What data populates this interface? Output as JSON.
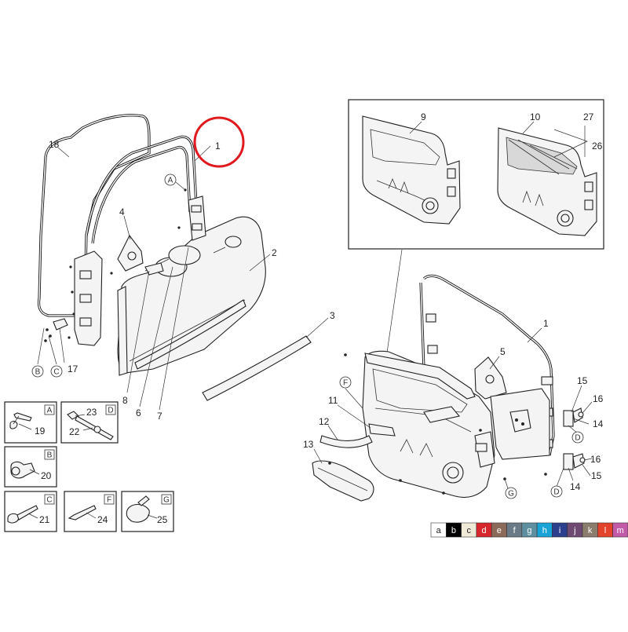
{
  "parts": {
    "p1a": "1",
    "p1b": "1",
    "p2": "2",
    "p3": "3",
    "p4": "4",
    "p5": "5",
    "p6": "6",
    "p7": "7",
    "p8": "8",
    "p9": "9",
    "p10": "10",
    "p11": "11",
    "p12": "12",
    "p13": "13",
    "p14a": "14",
    "p14b": "14",
    "p15a": "15",
    "p15b": "15",
    "p16a": "16",
    "p16b": "16",
    "p17": "17",
    "p18": "18",
    "p19": "19",
    "p20": "20",
    "p21": "21",
    "p22": "22",
    "p23": "23",
    "p24": "24",
    "p25": "25",
    "p26": "26",
    "p27": "27"
  },
  "refs": {
    "a_top": "A",
    "b_left": "B",
    "c_left": "C",
    "f_main": "F",
    "d1": "D",
    "d2": "D",
    "g_main": "G",
    "box_a": "A",
    "box_b": "B",
    "box_c": "C",
    "box_d": "D",
    "box_f": "F",
    "box_g": "G"
  },
  "colors": {
    "callout": "#e0191f"
  },
  "legend": [
    {
      "label": "a",
      "color": "#ffffff",
      "text_color": "#222222"
    },
    {
      "label": "b",
      "color": "#000000",
      "text_color": "#ffffff"
    },
    {
      "label": "c",
      "color": "#efe9d8",
      "text_color": "#222222"
    },
    {
      "label": "d",
      "color": "#d7262b",
      "text_color": "#ffffff"
    },
    {
      "label": "e",
      "color": "#8c6a5a",
      "text_color": "#ffffff"
    },
    {
      "label": "f",
      "color": "#6a7a86",
      "text_color": "#ffffff"
    },
    {
      "label": "g",
      "color": "#5e8fa0",
      "text_color": "#ffffff"
    },
    {
      "label": "h",
      "color": "#1aa3d6",
      "text_color": "#ffffff"
    },
    {
      "label": "i",
      "color": "#2c3f8c",
      "text_color": "#ffffff"
    },
    {
      "label": "j",
      "color": "#6e4a73",
      "text_color": "#ffffff"
    },
    {
      "label": "k",
      "color": "#8a7d6e",
      "text_color": "#ffffff"
    },
    {
      "label": "l",
      "color": "#e2432a",
      "text_color": "#ffffff"
    },
    {
      "label": "m",
      "color": "#c15ba8",
      "text_color": "#ffffff"
    }
  ]
}
